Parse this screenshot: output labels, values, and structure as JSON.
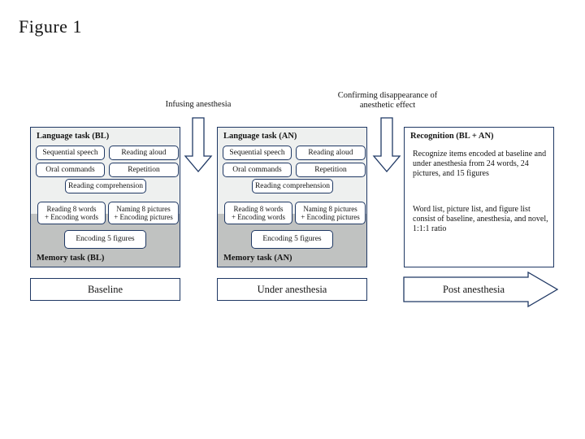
{
  "figure_title": "Figure 1",
  "arrows": {
    "infusing": "Infusing anesthesia",
    "confirming_line1": "Confirming disappearance of",
    "confirming_line2": "anesthetic effect"
  },
  "task_panels": [
    {
      "language_header": "Language task (BL)",
      "memory_header": "Memory task (BL)",
      "boxes": {
        "sequential_speech": "Sequential speech",
        "reading_aloud": "Reading aloud",
        "oral_commands": "Oral commands",
        "repetition": "Repetition",
        "reading_comprehension": "Reading comprehension",
        "words_line1": "Reading 8 words",
        "words_line2": "+ Encoding words",
        "pictures_line1": "Naming 8 pictures",
        "pictures_line2": "+ Encoding pictures",
        "figures": "Encoding 5 figures"
      }
    },
    {
      "language_header": "Language task (AN)",
      "memory_header": "Memory task (AN)",
      "boxes": {
        "sequential_speech": "Sequential speech",
        "reading_aloud": "Reading aloud",
        "oral_commands": "Oral commands",
        "repetition": "Repetition",
        "reading_comprehension": "Reading comprehension",
        "words_line1": "Reading 8 words",
        "words_line2": "+ Encoding words",
        "pictures_line1": "Naming 8 pictures",
        "pictures_line2": "+ Encoding pictures",
        "figures": "Encoding 5 figures"
      }
    }
  ],
  "recognition_panel": {
    "header": "Recognition (BL + AN)",
    "paragraph1": "Recognize items encoded at baseline and under anesthesia from 24 words, 24 pictures, and 15 figures",
    "paragraph2": "Word list, picture list, and figure list consist of baseline, anesthesia, and novel, 1:1:1 ratio"
  },
  "timeline": {
    "baseline": "Baseline",
    "under_anesthesia": "Under anesthesia",
    "post_anesthesia": "Post anesthesia"
  },
  "colors": {
    "outline_navy": "#1f3864",
    "language_section_bg": "#eef0ef",
    "memory_section_bg": "#c0c2c1",
    "box_bg": "#ffffff",
    "text_color": "#141414"
  }
}
